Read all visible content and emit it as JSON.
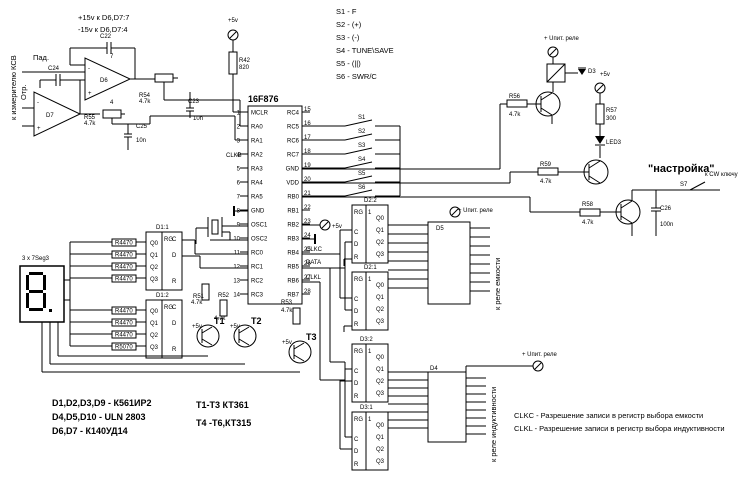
{
  "supply": {
    "line1": "+15v к D6,D7:7",
    "line2": "-15v к D6,D7:4",
    "vcc_top": "+5v",
    "vcc": "+5v",
    "relay_supply_top": "+ Uпит. реле",
    "relay_supply_mid": "+ Uпит. реле",
    "relay_supply_bot": "+ Uпит. реле"
  },
  "left_labels": {
    "to_meter": "к измерителю КСВ",
    "pad": "Пад.",
    "otr": "Отр."
  },
  "components": {
    "C24": "C24",
    "C22": "C22",
    "D6": "D6",
    "D7": "D7",
    "R54": "R54",
    "R54v": "4.7k",
    "R55": "R55",
    "R55v": "4.7k",
    "C23": "C23",
    "C23v": "10n",
    "C25": "C25",
    "C25v": "10n",
    "R42": "R42",
    "R42v": "820",
    "mcu": "16F876",
    "R56": "R56",
    "R56v": "4.7k",
    "R57": "R57",
    "R57v": "300",
    "R59": "R59",
    "R59v": "4.7k",
    "R58": "R58",
    "R58v": "4.7k",
    "C26": "C26",
    "C26v": "100n",
    "LED3": "LED3",
    "D3": "D3",
    "T1": "T1",
    "T2": "T2",
    "T3": "T3",
    "R51": "R51",
    "R51v": "4.7k",
    "R52": "R52",
    "R52v": "4.7k",
    "R53": "R53",
    "R53v": "4.7k",
    "D1_1": "D1:1",
    "D1_2": "D1:2",
    "D2_1": "D2:1",
    "D2_2": "D2:2",
    "D3_1": "D3:1",
    "D3_2": "D3:2",
    "D4": "D4",
    "D5": "D5",
    "display": "3 x 7Seg3",
    "S7": "S7",
    "cw_key": "к CW ключу"
  },
  "mcu_pins_left": [
    {
      "num": "1",
      "name": "MCLR"
    },
    {
      "num": "2",
      "name": "RA0"
    },
    {
      "num": "3",
      "name": "RA1"
    },
    {
      "num": "4",
      "name": "RA2"
    },
    {
      "num": "5",
      "name": "RA3"
    },
    {
      "num": "6",
      "name": "RA4"
    },
    {
      "num": "7",
      "name": "RA5"
    },
    {
      "num": "8",
      "name": "GND"
    },
    {
      "num": "9",
      "name": "OSC1"
    },
    {
      "num": "10",
      "name": "OSC2"
    },
    {
      "num": "11",
      "name": "RC0"
    },
    {
      "num": "12",
      "name": "RC1"
    },
    {
      "num": "13",
      "name": "RC2"
    },
    {
      "num": "14",
      "name": "RC3"
    }
  ],
  "mcu_pins_right": [
    {
      "num": "28",
      "name": "RB7"
    },
    {
      "num": "27",
      "name": "RB6"
    },
    {
      "num": "26",
      "name": "RB5"
    },
    {
      "num": "25",
      "name": "RB4"
    },
    {
      "num": "24",
      "name": "RB3"
    },
    {
      "num": "23",
      "name": "RB2"
    },
    {
      "num": "22",
      "name": "RB1"
    },
    {
      "num": "21",
      "name": "RB0"
    },
    {
      "num": "20",
      "name": "VDD"
    },
    {
      "num": "19",
      "name": "GND"
    },
    {
      "num": "18",
      "name": "RC7"
    },
    {
      "num": "17",
      "name": "RC6"
    },
    {
      "num": "16",
      "name": "RC5"
    },
    {
      "num": "15",
      "name": "RC4"
    }
  ],
  "signals": {
    "clkc": "CLKC",
    "data": "DATA",
    "clkl": "CLKL",
    "clkb": "CLKB"
  },
  "switches": [
    {
      "id": "S1",
      "label": "S1 - F"
    },
    {
      "id": "S2",
      "label": "S2 - (+)"
    },
    {
      "id": "S3",
      "label": "S3 - (-)"
    },
    {
      "id": "S4",
      "label": "S4 - TUNE\\SAVE"
    },
    {
      "id": "S5",
      "label": "S5 - (||)"
    },
    {
      "id": "S6",
      "label": "S6 - SWR/C"
    }
  ],
  "digit_resistors": [
    "R4470",
    "R4470",
    "R4470",
    "R4470",
    "R4470",
    "R4470",
    "R4470",
    "R5070"
  ],
  "tuning_label": "\"настройка\"",
  "relay_c_label": "к реле емкости",
  "relay_l_label": "к реле индуктивности",
  "legend": {
    "ic1": "D1,D2,D3,D9 - К561ИР2",
    "ic2": "D4,D5,D10 - ULN 2803",
    "ic3": "D6,D7 - К140УД14",
    "tr1": "T1-T3 КТ361",
    "tr2": "T4 -T6,КТ315",
    "clkc_note": "CLKC - Разрешение записи в регистр выбора емкости",
    "clkl_note": "CLKL - Разрешение записи в регистр выбора индуктивности"
  }
}
